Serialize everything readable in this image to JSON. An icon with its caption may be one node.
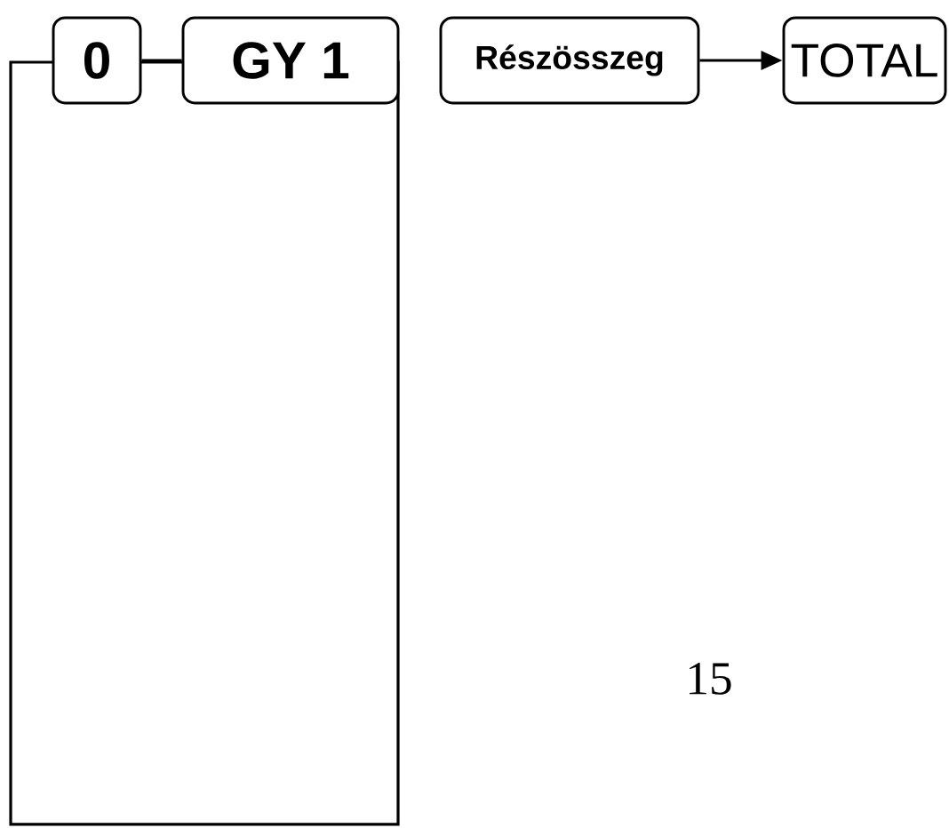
{
  "diagram": {
    "nodes": [
      {
        "text": [
          "0"
        ]
      },
      {
        "text": [
          "GY 1"
        ]
      },
      {
        "text": [
          "Részösszeg"
        ]
      },
      {
        "text": [
          "TOTAL"
        ]
      },
      {
        "text": [],
        "shape": "box"
      }
    ],
    "edges": [
      {
        "from": 0,
        "to": 1,
        "arrow": "none"
      },
      {
        "from": 2,
        "to": 3,
        "arrow": "to"
      }
    ],
    "labels": [
      "15"
    ]
  }
}
